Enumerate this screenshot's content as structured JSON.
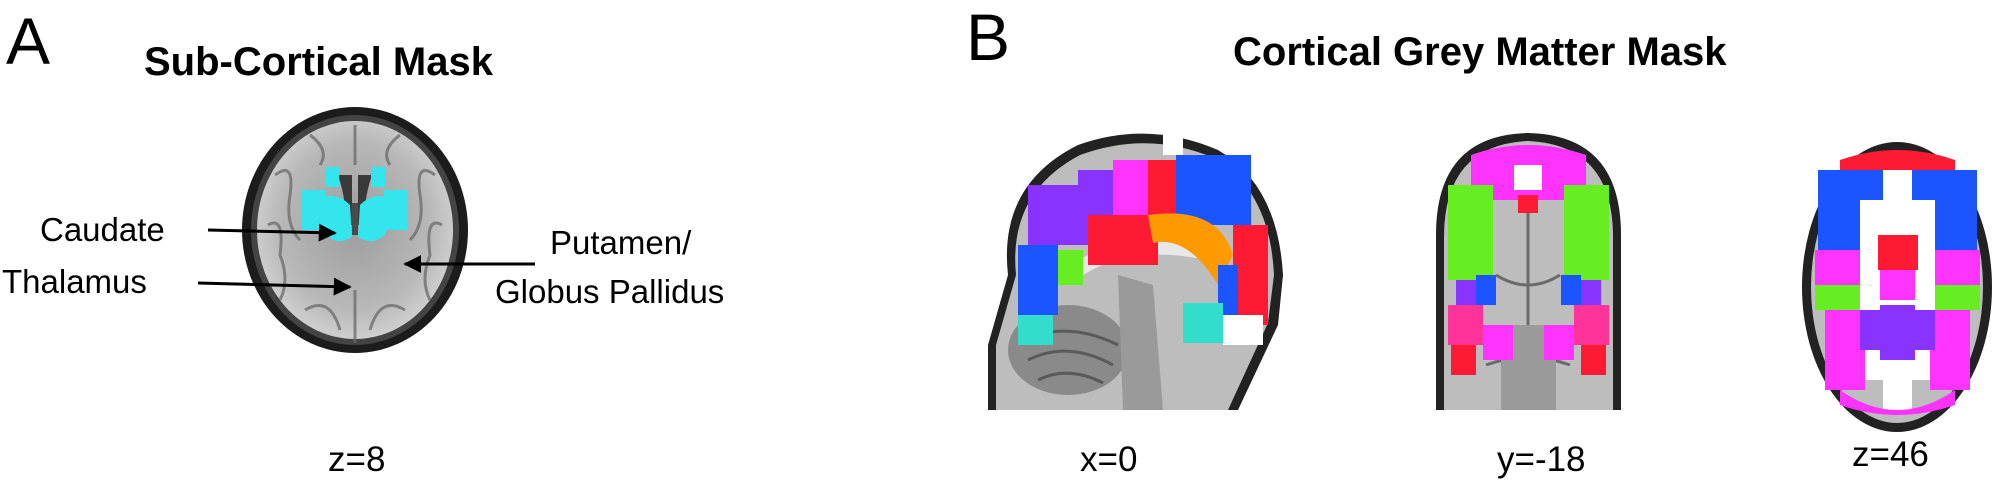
{
  "panel_a": {
    "letter": "A",
    "title": "Sub-Cortical Mask",
    "labels": {
      "caudate": "Caudate",
      "thalamus": "Thalamus",
      "putamen_line1": "Putamen/",
      "putamen_line2": "Globus Pallidus"
    },
    "slice_coord": "z=8"
  },
  "panel_b": {
    "letter": "B",
    "title": "Cortical Grey Matter Mask",
    "slices": [
      {
        "coord": "x=0"
      },
      {
        "coord": "y=-18"
      },
      {
        "coord": "z=46"
      }
    ]
  },
  "colors": {
    "subcortical_mask": "#33e6ee",
    "region_magenta": "#ff33ff",
    "region_red": "#ff1a33",
    "region_orange": "#ff9900",
    "region_blue": "#1a55ff",
    "region_purple": "#8833ff",
    "region_green": "#66ee22",
    "region_cyan": "#33ddcc",
    "region_pink": "#ff3399"
  }
}
